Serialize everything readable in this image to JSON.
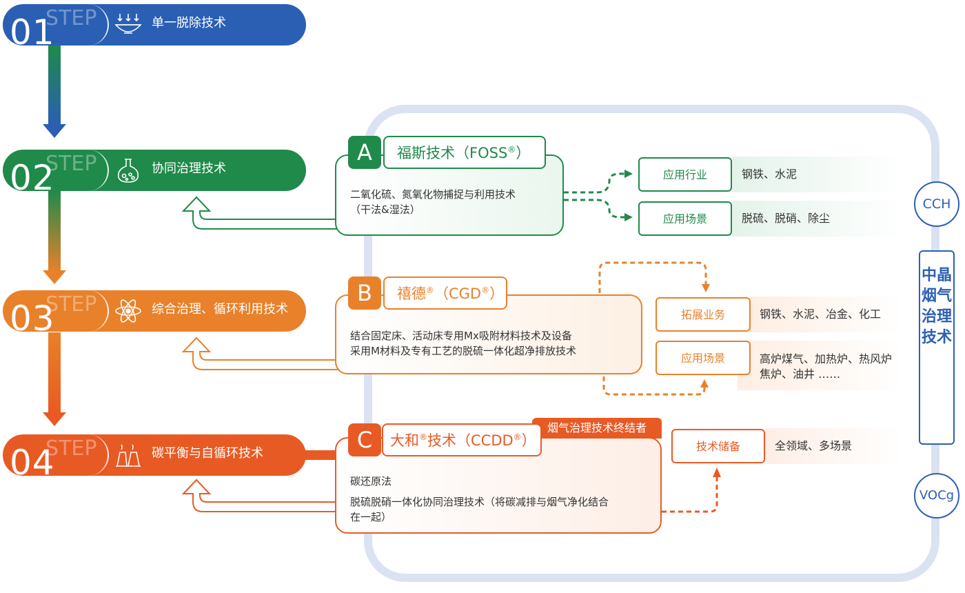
{
  "steps": [
    {
      "num": "01",
      "step": "STEP",
      "label": "单一脱除技术",
      "icon": "funnel-icon",
      "color": "#2a5fb3"
    },
    {
      "num": "02",
      "step": "STEP",
      "label": "协同治理技术",
      "icon": "flask-icon",
      "color": "#1f8a4a"
    },
    {
      "num": "03",
      "step": "STEP",
      "label": "综合治理、循环利用技术",
      "icon": "atom-icon",
      "color": "#e8812a"
    },
    {
      "num": "04",
      "step": "STEP",
      "label": "碳平衡与自循环技术",
      "icon": "factory-icon",
      "color": "#e85a24"
    }
  ],
  "techs": [
    {
      "letter": "A",
      "title": "福斯技术（FOSS",
      "title_end": "）",
      "reg": "®",
      "desc": [
        "二氧化硫、氮氧化物捕捉与利用技术",
        "（干法&湿法）"
      ],
      "color": "#1f8a4a",
      "rows": [
        {
          "tag": "应用行业",
          "info": "钢铁、水泥"
        },
        {
          "tag": "应用场景",
          "info": "脱硫、脱硝、除尘"
        }
      ]
    },
    {
      "letter": "B",
      "title": "禧德",
      "title_mid": "（CGD",
      "title_end": "）",
      "reg": "®",
      "desc": [
        "结合固定床、活动床专用Mx吸附材料技术及设备",
        "采用M材料及专有工艺的脱硫一体化超净排放技术"
      ],
      "color": "#e8812a",
      "rows": [
        {
          "tag": "拓展业务",
          "info": "钢铁、水泥、冶金、化工"
        },
        {
          "tag": "应用场景",
          "info": "高炉煤气、加热炉、热风炉",
          "info2": "焦炉、油井  ……"
        }
      ]
    },
    {
      "letter": "C",
      "title": "大和",
      "title_mid": "技术（CCDD",
      "title_end": "）",
      "reg": "®",
      "ribbon": "烟气治理技术终结者",
      "desc": [
        "碳还原法",
        "脱硫脱硝一体化协同治理技术（将碳减排与烟气净化结合",
        "在一起）"
      ],
      "color": "#e85a24",
      "rows": [
        {
          "tag": "技术储备",
          "info": "全领域、多场景"
        }
      ]
    }
  ],
  "side": {
    "top_circle": "CCH",
    "bottom_circle": "VOCg",
    "vertical_title": "中晶烟气治理技术"
  }
}
